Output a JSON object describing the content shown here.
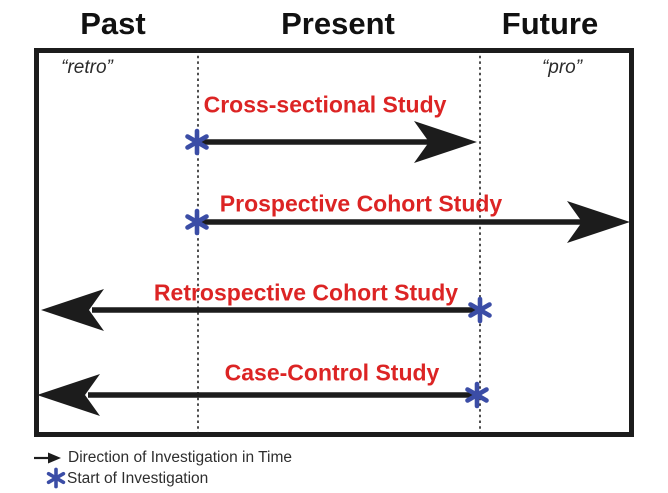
{
  "colors": {
    "ink": "#1c1c1c",
    "red": "#dc2424",
    "blue": "#3b4da6",
    "gray_text": "#2e2e2e",
    "quote_text": "#2b2b2b"
  },
  "timeline": {
    "headers": [
      {
        "id": "past",
        "label": "Past"
      },
      {
        "id": "present",
        "label": "Present"
      },
      {
        "id": "future",
        "label": "Future"
      }
    ],
    "annotations": {
      "past": "“retro”",
      "future": "“pro”"
    }
  },
  "studies": [
    {
      "name": "Cross-sectional Study",
      "direction": "right",
      "start": "present",
      "marker": "asterisk"
    },
    {
      "name": "Prospective Cohort Study",
      "direction": "right",
      "start": "present",
      "marker": "asterisk"
    },
    {
      "name": "Retrospective Cohort Study",
      "direction": "left",
      "start": "future-boundary",
      "marker": "asterisk"
    },
    {
      "name": "Case-Control Study",
      "direction": "left",
      "start": "future-boundary",
      "marker": "asterisk"
    }
  ],
  "legend": {
    "arrow_label": "Direction of Investigation in Time",
    "asterisk_label": "Start of Investigation"
  }
}
